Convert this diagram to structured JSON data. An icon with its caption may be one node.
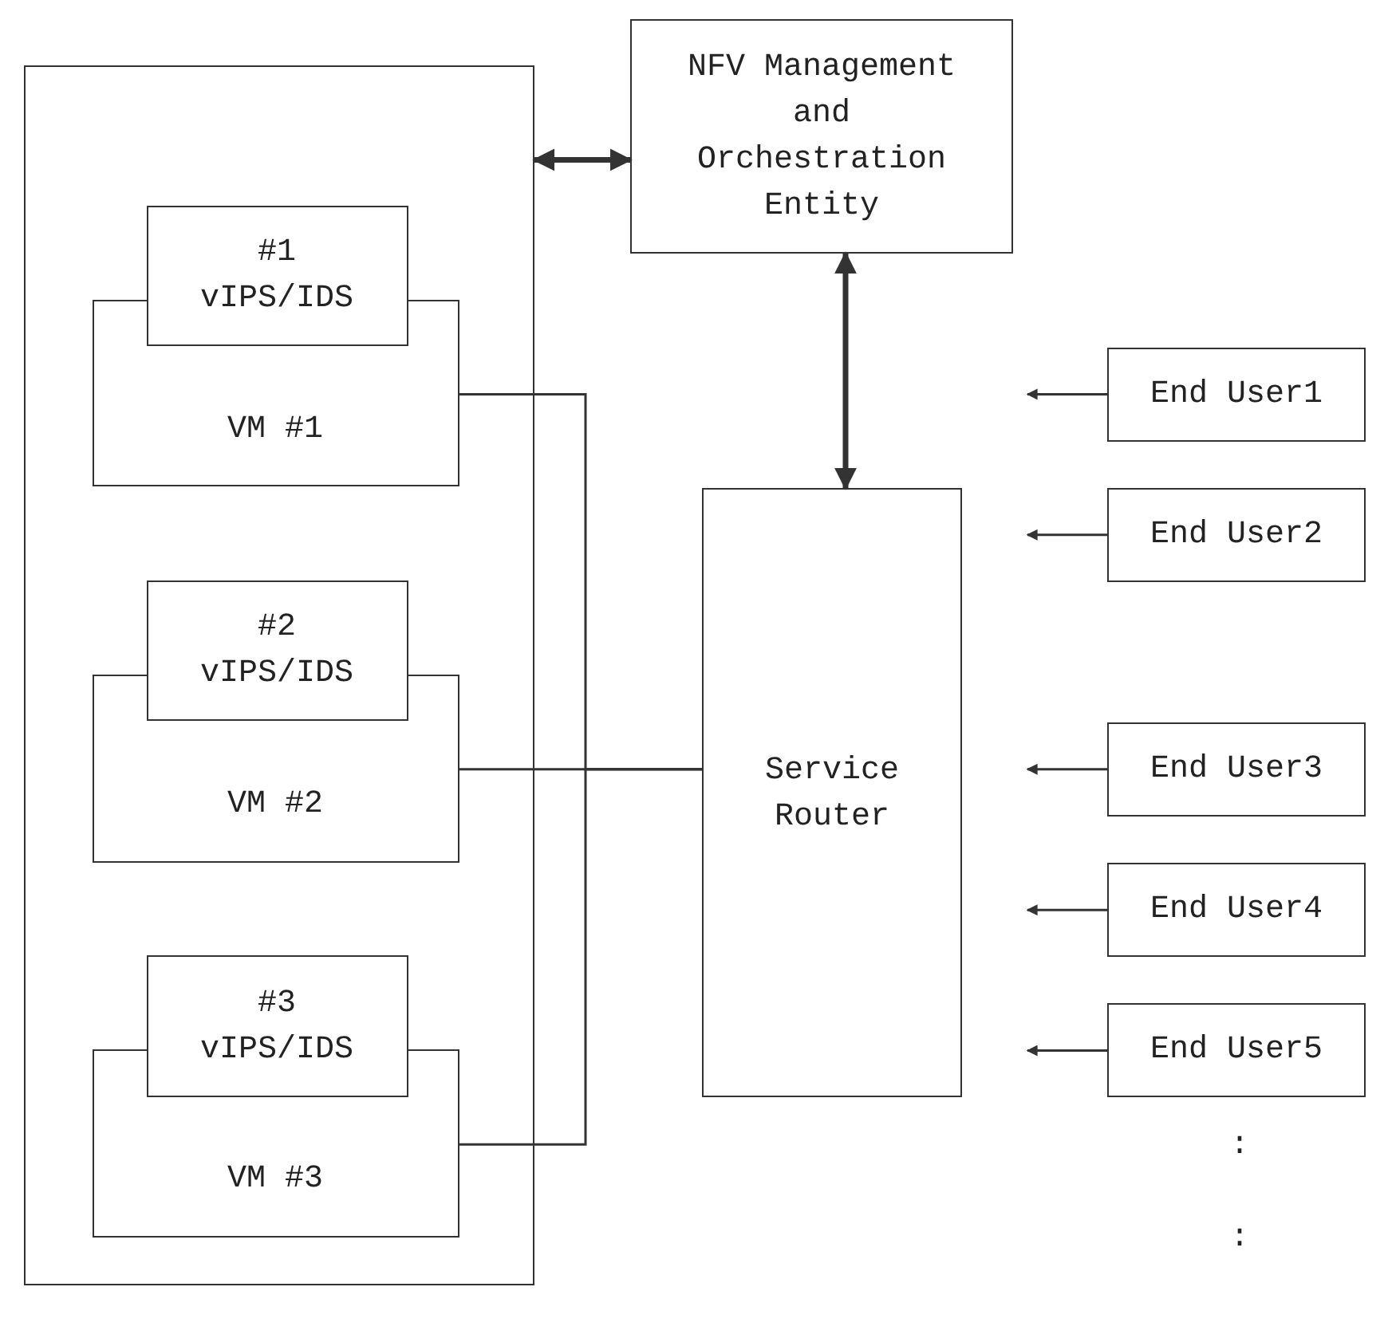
{
  "diagram": {
    "nodes": [
      {
        "text": [],
        "shape": "box"
      },
      {
        "text": [
          "NFV Management and Orchestration Entity"
        ]
      },
      {
        "text": [
          "#1 vIPS/IDS"
        ],
        "in": 0
      },
      {
        "text": [
          "VM #1"
        ],
        "in": 0
      },
      {
        "text": [
          "#2 vIPS/IDS"
        ],
        "in": 0
      },
      {
        "text": [
          "VM #2"
        ],
        "in": 0
      },
      {
        "text": [
          "#3 vIPS/IDS"
        ],
        "in": 0
      },
      {
        "text": [
          "VM #3"
        ],
        "in": 0
      },
      {
        "text": [
          "Service Router"
        ]
      },
      {
        "text": [
          "End User1"
        ]
      },
      {
        "text": [
          "End User2"
        ]
      },
      {
        "text": [
          "End User3"
        ]
      },
      {
        "text": [
          "End User4"
        ]
      },
      {
        "text": [
          "End User5"
        ]
      }
    ],
    "edges": [
      {
        "from": 0,
        "to": 1,
        "arrow": "both",
        "style": "thick"
      },
      {
        "from": 1,
        "to": 8,
        "arrow": "both",
        "style": "thick"
      },
      {
        "from": 3,
        "to": 8,
        "arrow": "none"
      },
      {
        "from": 5,
        "to": 8,
        "arrow": "none"
      },
      {
        "from": 7,
        "to": 8,
        "arrow": "none"
      },
      {
        "from": 9,
        "to": null,
        "arrow": "to"
      },
      {
        "from": 10,
        "to": null,
        "arrow": "to"
      },
      {
        "from": 11,
        "to": null,
        "arrow": "to"
      },
      {
        "from": 12,
        "to": null,
        "arrow": "to"
      },
      {
        "from": 13,
        "to": null,
        "arrow": "to"
      }
    ],
    "labels": [
      ":",
      ":"
    ]
  }
}
